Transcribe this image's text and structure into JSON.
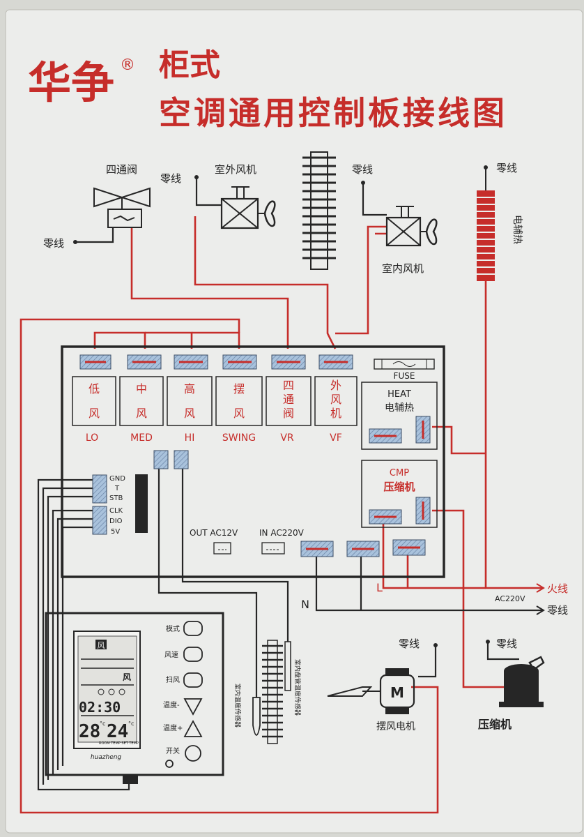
{
  "brand": {
    "name": "华争",
    "reg": "®"
  },
  "title": {
    "line1": "柜式",
    "line2": "空调通用控制板接线图"
  },
  "components": {
    "four_way_valve": "四通阀",
    "outdoor_fan": "室外风机",
    "indoor_fan": "室内风机",
    "heater": "电辅热",
    "swing_motor": "摆风电机",
    "compressor": "压缩机"
  },
  "neutral_label": "零线",
  "live_label": "火线",
  "ac_label": "AC220V",
  "relays": [
    {
      "cn": [
        "低",
        "风"
      ],
      "en": "LO"
    },
    {
      "cn": [
        "中",
        "风"
      ],
      "en": "MED"
    },
    {
      "cn": [
        "高",
        "风"
      ],
      "en": "HI"
    },
    {
      "cn": [
        "摆",
        "风"
      ],
      "en": "SWING"
    },
    {
      "cn": [
        "四",
        "通",
        "阀"
      ],
      "en": "VR"
    },
    {
      "cn": [
        "外",
        "风",
        "机"
      ],
      "en": "VF"
    }
  ],
  "fuse_label": "FUSE",
  "heat_box": {
    "en": "HEAT",
    "cn": "电辅热"
  },
  "cmp_box": {
    "en": "CMP",
    "cn": "压缩机"
  },
  "signals": [
    "GND",
    "T",
    "STB",
    "CLK",
    "DIO",
    "5V"
  ],
  "out_label": "OUT AC12V",
  "in_label": "IN AC220V",
  "terminal_L": "L",
  "terminal_N": "N",
  "sensors": {
    "room": "室内温度传感器",
    "pipe": "室内盘管温度传感器"
  },
  "remote": {
    "buttons": [
      "模式",
      "风速",
      "扫风",
      "温度-",
      "温度+",
      "开关"
    ],
    "display_time": "02:30",
    "display_temp1": "28",
    "display_temp2": "24",
    "deg": "°c",
    "fan_text": "风",
    "logo": "huazheng",
    "sub": "ROOM TEMP   SET TEMP"
  },
  "colors": {
    "red": "#c62d2a",
    "black": "#262626",
    "panel": "#ecedeb",
    "relay": "#9eb8d6"
  }
}
